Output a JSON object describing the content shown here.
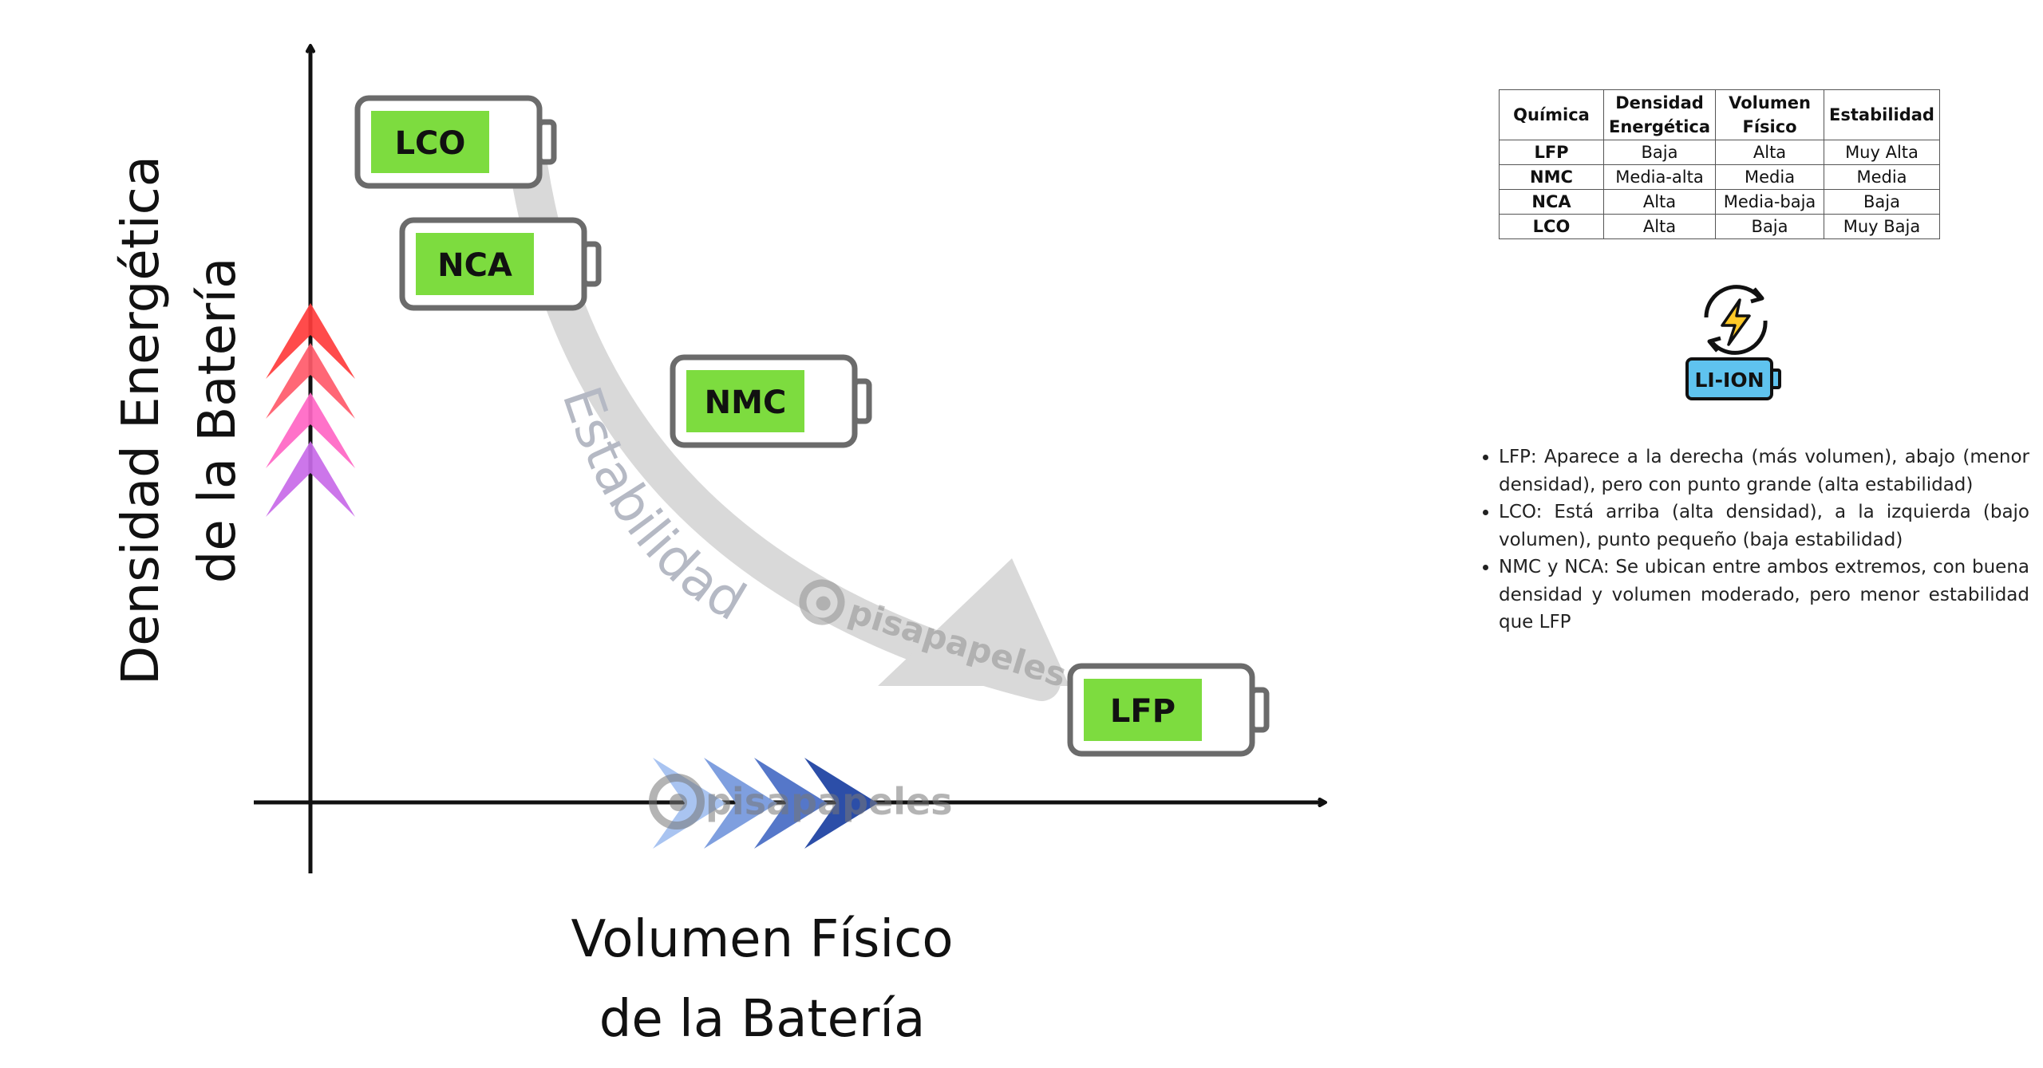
{
  "diagram": {
    "y_axis_label": [
      "Densidad Energética",
      "de la Batería"
    ],
    "x_axis_label": [
      "Volumen Físico",
      "de la Batería"
    ],
    "arrow_label": "Estabilidad",
    "watermark": "pisapapeles",
    "batteries": [
      {
        "label": "LCO",
        "fill_color": "#7ddc3f"
      },
      {
        "label": "NCA",
        "fill_color": "#7ddc3f"
      },
      {
        "label": "NMC",
        "fill_color": "#7ddc3f"
      },
      {
        "label": "LFP",
        "fill_color": "#7ddc3f"
      }
    ],
    "colors": {
      "axis": "#111111",
      "battery_outline": "#6b6b6b",
      "stability_arrow": "#d9d9d9",
      "up_chevrons": [
        "#ff3c3c",
        "#ff5a6a",
        "#ff66c4",
        "#c86ae8"
      ],
      "right_chevrons": [
        "#a9c4f1",
        "#7f9fdf",
        "#5577c9",
        "#2c4ea8"
      ]
    }
  },
  "table": {
    "headers": [
      [
        "Química"
      ],
      [
        "Densidad",
        "Energética"
      ],
      [
        "Volumen",
        "Físico"
      ],
      [
        "Estabilidad"
      ]
    ],
    "rows": [
      [
        "LFP",
        "Baja",
        "Alta",
        "Muy Alta"
      ],
      [
        "NMC",
        "Media-alta",
        "Media",
        "Media"
      ],
      [
        "NCA",
        "Alta",
        "Media-baja",
        "Baja"
      ],
      [
        "LCO",
        "Alta",
        "Baja",
        "Muy Baja"
      ]
    ]
  },
  "icon": {
    "name": "li-ion-battery-charging-icon",
    "label": "LI-ION"
  },
  "notes": [
    "LFP: Aparece a la derecha (más volumen), abajo (menor densidad), pero con punto grande (alta estabilidad)",
    "LCO: Está arriba (alta densidad), a la izquierda (bajo volumen), punto pequeño (baja estabilidad)",
    "NMC y NCA: Se ubican entre ambos extremos, con buena densidad y volumen moderado, pero menor estabilidad que LFP"
  ]
}
